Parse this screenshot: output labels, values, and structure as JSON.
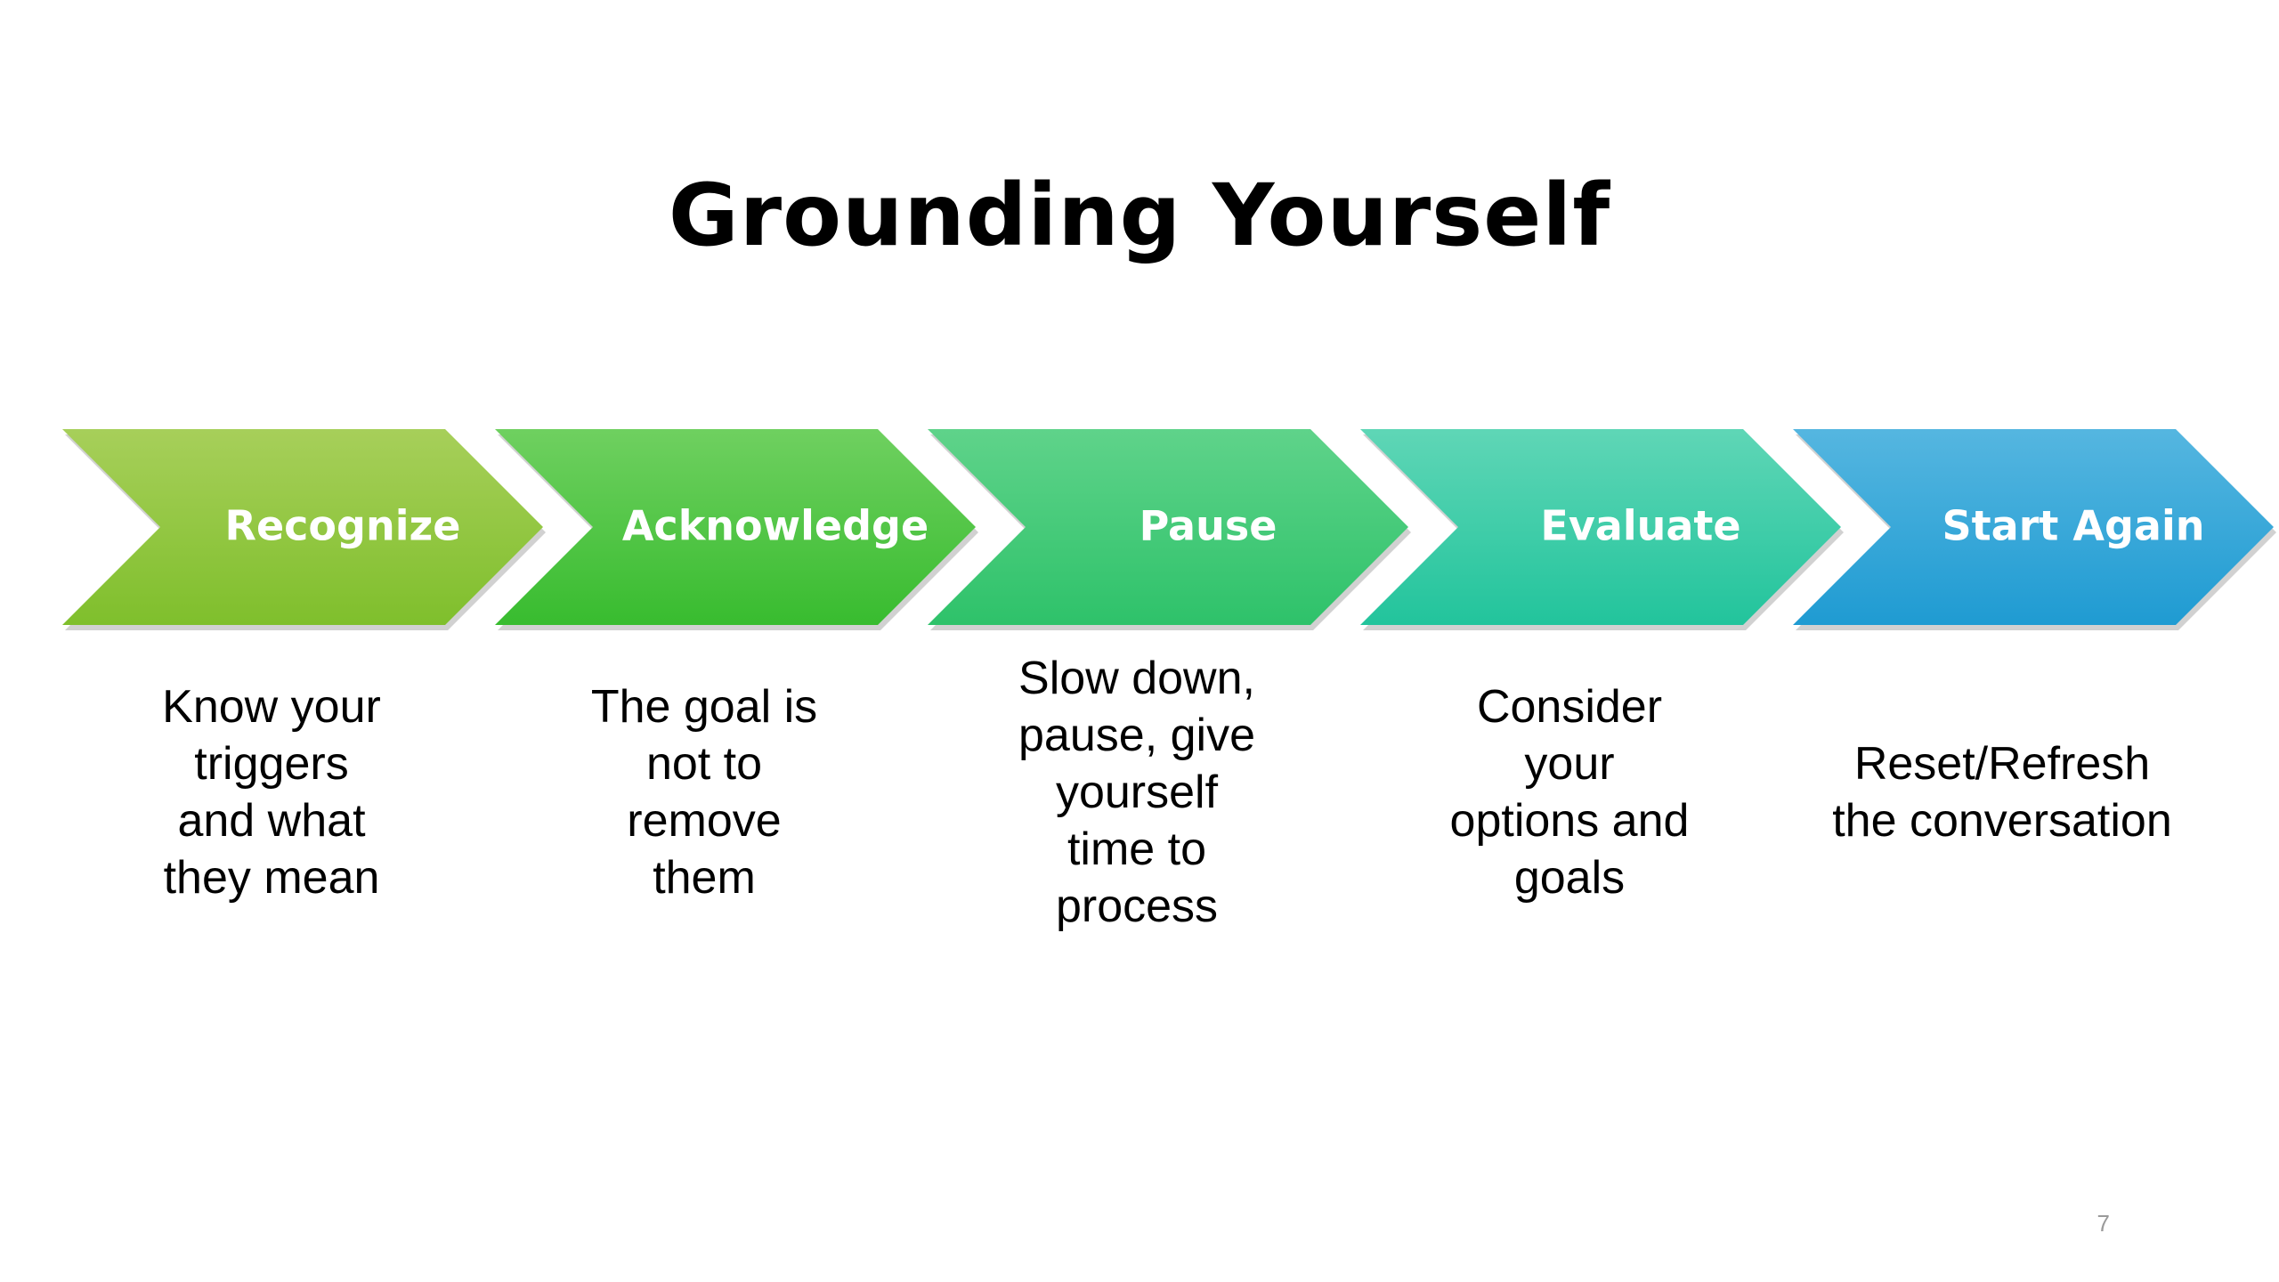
{
  "title": "Grounding Yourself",
  "page_number": "7",
  "steps": [
    {
      "label": "Recognize",
      "description_lines": [
        "Know your",
        "triggers",
        "and what",
        "they mean"
      ],
      "color_top": "#a7cf5a",
      "color_bottom": "#7fbf2c"
    },
    {
      "label": "Acknowledge",
      "description_lines": [
        "The goal is",
        "not to",
        "remove",
        "them"
      ],
      "color_top": "#6fd060",
      "color_bottom": "#38bc2f"
    },
    {
      "label": "Pause",
      "description_lines": [
        "Slow down,",
        "pause, give",
        "yourself",
        "time to",
        "process"
      ],
      "color_top": "#5fd38a",
      "color_bottom": "#2ec26a"
    },
    {
      "label": "Evaluate",
      "description_lines": [
        "Consider",
        "your",
        "options and",
        "goals"
      ],
      "color_top": "#5fd6b6",
      "color_bottom": "#22c49c"
    },
    {
      "label": "Start Again",
      "description_lines": [
        "Reset/Refresh",
        "the conversation"
      ],
      "color_top": "#55b6e0",
      "color_bottom": "#1f9bd2"
    }
  ]
}
